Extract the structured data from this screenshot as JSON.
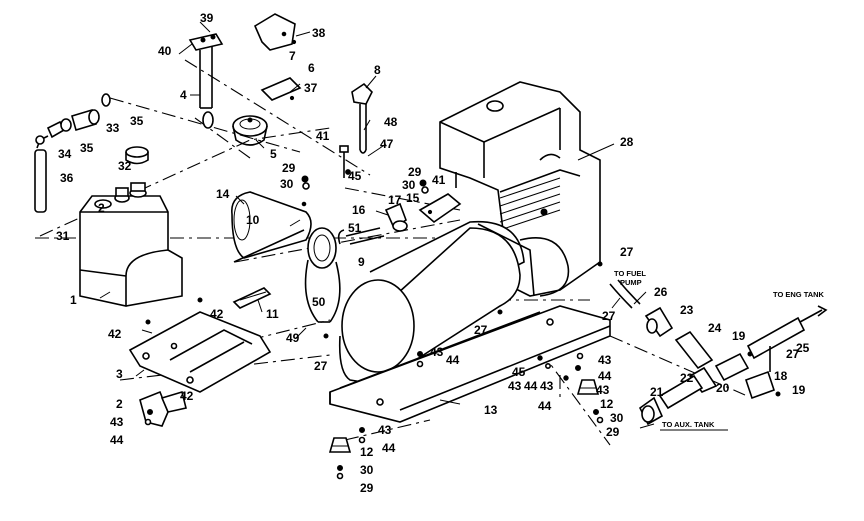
{
  "callouts": [
    {
      "id": "c39",
      "text": "39"
    },
    {
      "id": "c40",
      "text": "40"
    },
    {
      "id": "c38",
      "text": "38"
    },
    {
      "id": "c7",
      "text": "7"
    },
    {
      "id": "c6",
      "text": "6"
    },
    {
      "id": "c37",
      "text": "37"
    },
    {
      "id": "c8",
      "text": "8"
    },
    {
      "id": "c4",
      "text": "4"
    },
    {
      "id": "c35a",
      "text": "35"
    },
    {
      "id": "c33",
      "text": "33"
    },
    {
      "id": "c35b",
      "text": "35"
    },
    {
      "id": "c34",
      "text": "34"
    },
    {
      "id": "c32",
      "text": "32"
    },
    {
      "id": "c5",
      "text": "5"
    },
    {
      "id": "c48",
      "text": "48"
    },
    {
      "id": "c41a",
      "text": "41"
    },
    {
      "id": "c47",
      "text": "47"
    },
    {
      "id": "c28",
      "text": "28"
    },
    {
      "id": "c29a",
      "text": "29"
    },
    {
      "id": "c30a",
      "text": "30"
    },
    {
      "id": "c45a",
      "text": "45"
    },
    {
      "id": "c29b",
      "text": "29"
    },
    {
      "id": "c30b",
      "text": "30"
    },
    {
      "id": "c41b",
      "text": "41"
    },
    {
      "id": "c15",
      "text": "15"
    },
    {
      "id": "c36",
      "text": "36"
    },
    {
      "id": "c14",
      "text": "14"
    },
    {
      "id": "c16",
      "text": "16"
    },
    {
      "id": "c17",
      "text": "17"
    },
    {
      "id": "c2",
      "text": "2"
    },
    {
      "id": "c31",
      "text": "31"
    },
    {
      "id": "c10",
      "text": "10"
    },
    {
      "id": "c51",
      "text": "51"
    },
    {
      "id": "c9",
      "text": "9"
    },
    {
      "id": "c27a",
      "text": "27"
    },
    {
      "id": "c1",
      "text": "1"
    },
    {
      "id": "c26",
      "text": "26"
    },
    {
      "id": "c11",
      "text": "11"
    },
    {
      "id": "c50",
      "text": "50"
    },
    {
      "id": "c42a",
      "text": "42"
    },
    {
      "id": "c42b",
      "text": "42"
    },
    {
      "id": "c23",
      "text": "23"
    },
    {
      "id": "c27b",
      "text": "27"
    },
    {
      "id": "c27c",
      "text": "27"
    },
    {
      "id": "c24",
      "text": "24"
    },
    {
      "id": "c49",
      "text": "49"
    },
    {
      "id": "c19a",
      "text": "19"
    },
    {
      "id": "c25",
      "text": "25"
    },
    {
      "id": "c3",
      "text": "3"
    },
    {
      "id": "c27d",
      "text": "27"
    },
    {
      "id": "c43a",
      "text": "43"
    },
    {
      "id": "c44a",
      "text": "44"
    },
    {
      "id": "c43b",
      "text": "43"
    },
    {
      "id": "c27e",
      "text": "27"
    },
    {
      "id": "c45b",
      "text": "45"
    },
    {
      "id": "c43c",
      "text": "43"
    },
    {
      "id": "c44b",
      "text": "44"
    },
    {
      "id": "c43d",
      "text": "43"
    },
    {
      "id": "c44c",
      "text": "44"
    },
    {
      "id": "c20",
      "text": "20"
    },
    {
      "id": "c22",
      "text": "22"
    },
    {
      "id": "c18",
      "text": "18"
    },
    {
      "id": "c42c",
      "text": "42"
    },
    {
      "id": "c2b",
      "text": "2"
    },
    {
      "id": "c21",
      "text": "21"
    },
    {
      "id": "c19b",
      "text": "19"
    },
    {
      "id": "c44d",
      "text": "44"
    },
    {
      "id": "c43e",
      "text": "43"
    },
    {
      "id": "c13",
      "text": "13"
    },
    {
      "id": "c12a",
      "text": "12"
    },
    {
      "id": "c30c",
      "text": "30"
    },
    {
      "id": "c43f",
      "text": "43"
    },
    {
      "id": "c44e",
      "text": "44"
    },
    {
      "id": "c29c",
      "text": "29"
    },
    {
      "id": "c43g",
      "text": "43"
    },
    {
      "id": "c44f",
      "text": "44"
    },
    {
      "id": "c12b",
      "text": "12"
    },
    {
      "id": "c30d",
      "text": "30"
    },
    {
      "id": "c29d",
      "text": "29"
    }
  ],
  "notes": {
    "to_eng_tank": "TO ENG TANK",
    "to_fuel_pump_1": "TO FUEL",
    "to_fuel_pump_2": "PUMP",
    "to_aux_tank": "TO AUX. TANK"
  }
}
